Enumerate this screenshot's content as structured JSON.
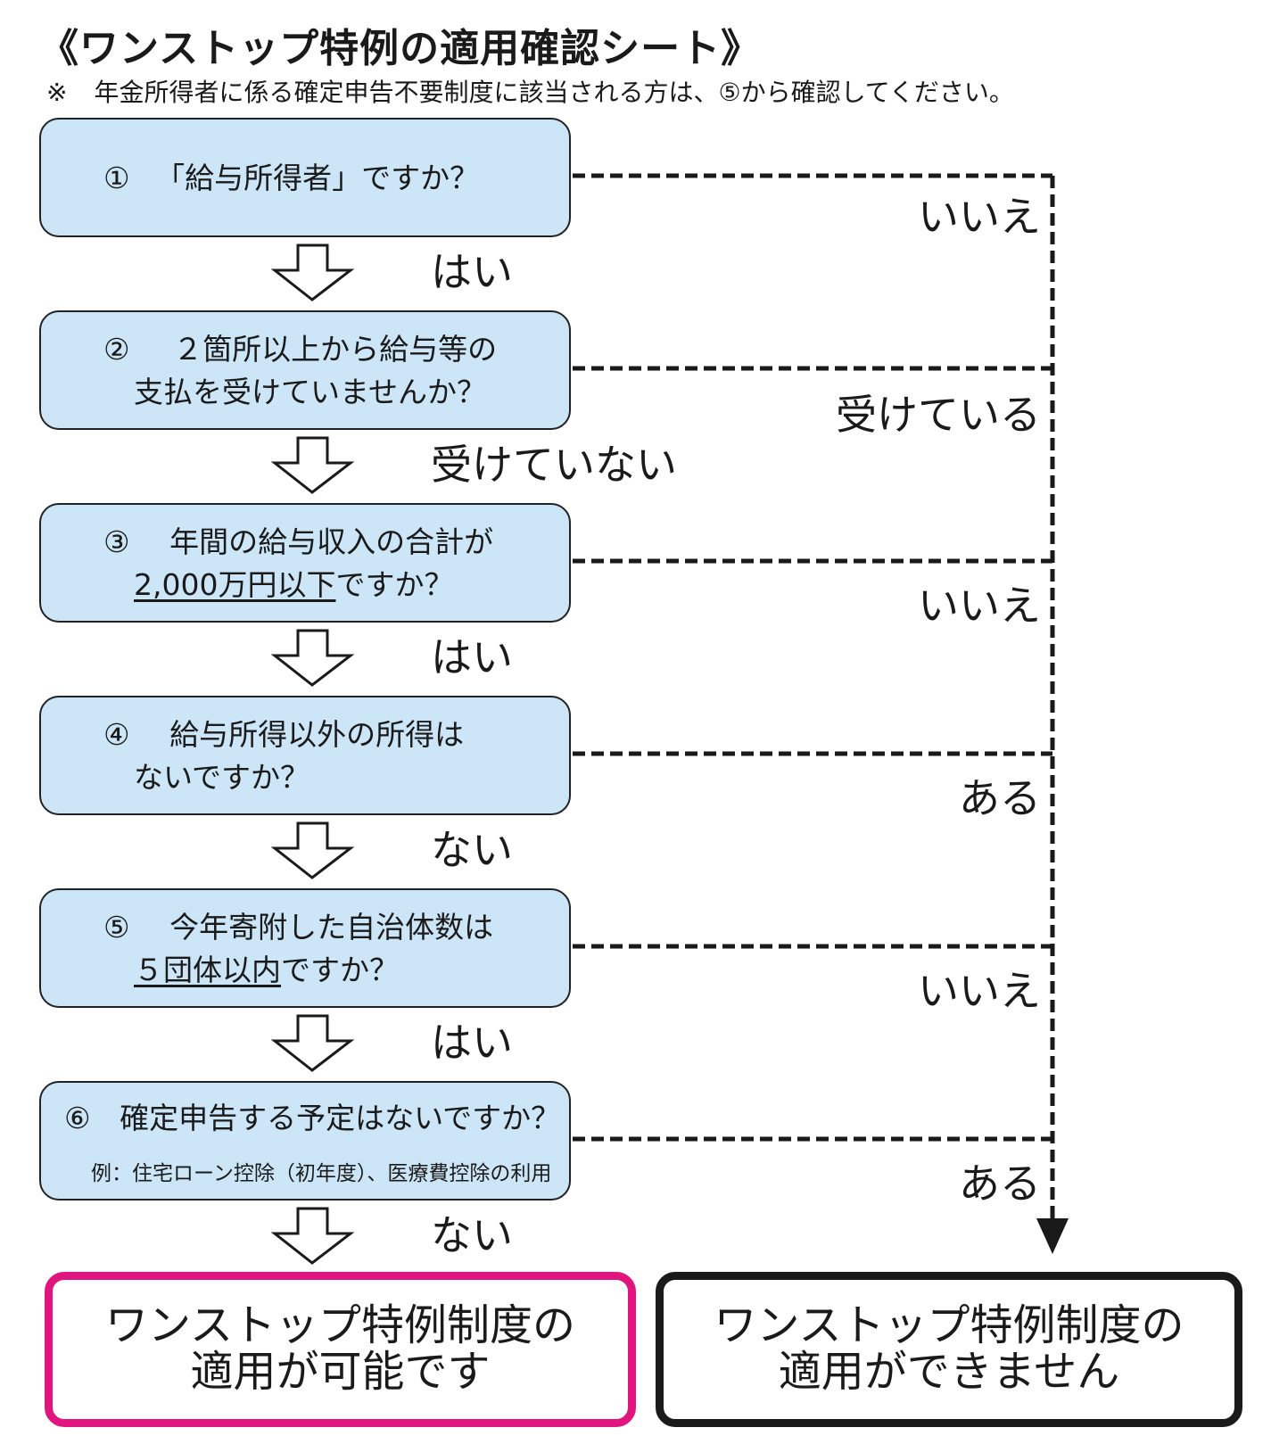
{
  "title": "《ワンストップ特例の適用確認シート》",
  "note": {
    "mark": "※",
    "text": "年金所得者に係る確定申告不要制度に該当される方は、⑤から確認してください。"
  },
  "questions": [
    {
      "num": "①",
      "line1": "「給与所得者」ですか？",
      "yes_label": "はい",
      "no_label": "いいえ"
    },
    {
      "num": "②",
      "line1": "２箇所以上から給与等の",
      "line2": "支払を受けていませんか？",
      "yes_label": "受けていない",
      "no_label": "受けている"
    },
    {
      "num": "③",
      "line1": "年間の給与収入の合計が",
      "line2_u": "2,000万円以下",
      "line2_rest": "ですか？",
      "yes_label": "はい",
      "no_label": "いいえ"
    },
    {
      "num": "④",
      "line1": "給与所得以外の所得は",
      "line2": "ないですか？",
      "yes_label": "ない",
      "no_label": "ある"
    },
    {
      "num": "⑤",
      "line1": "今年寄附した自治体数は",
      "line2_u": "５団体以内",
      "line2_rest": "ですか？",
      "yes_label": "はい",
      "no_label": "いいえ"
    },
    {
      "num": "⑥",
      "line1": "確定申告する予定はないですか？",
      "sub": "例：住宅ローン控除（初年度）、医療費控除の利用",
      "yes_label": "ない",
      "no_label": "ある"
    }
  ],
  "results": {
    "ok": {
      "line1": "ワンストップ特例制度の",
      "line2": "適用が可能です"
    },
    "ng": {
      "line1": "ワンストップ特例制度の",
      "line2": "適用ができません"
    }
  },
  "colors": {
    "box_fill": "#cce6f8",
    "ok_border": "#e0157e",
    "ng_border": "#1a1a1a"
  }
}
